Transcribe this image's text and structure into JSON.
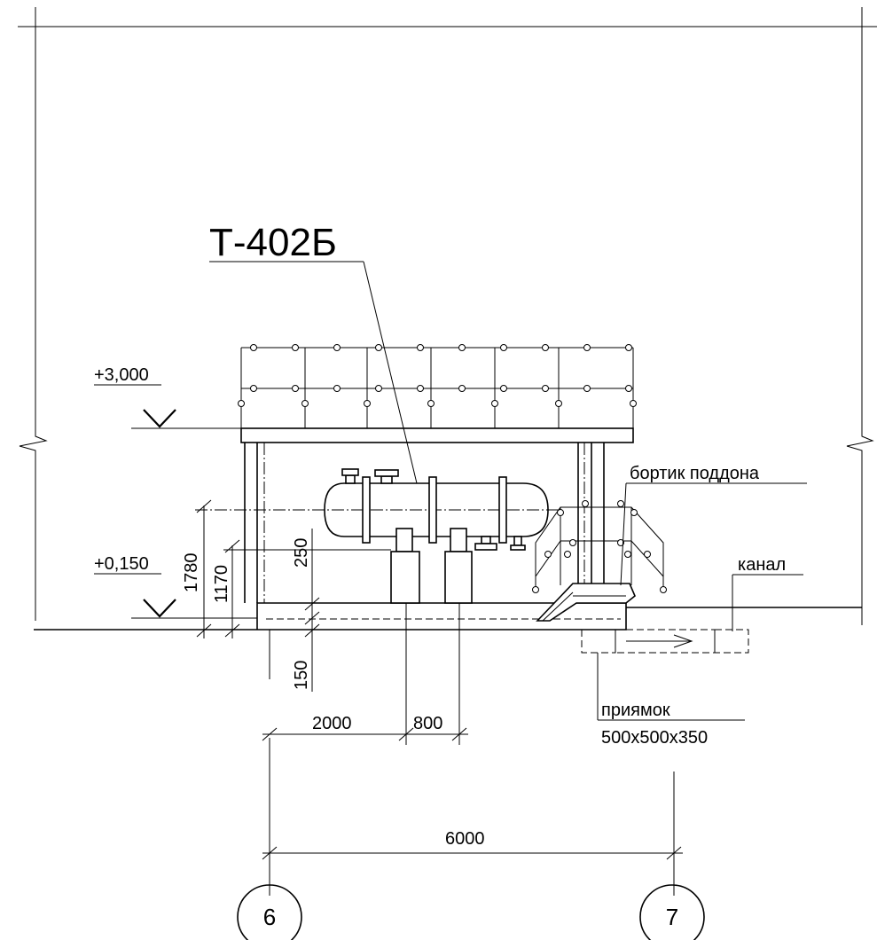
{
  "equipment_tag": "Т-402Б",
  "elevations": {
    "top": "+3,000",
    "bottom": "+0,150"
  },
  "labels": {
    "tray_rim": "бортик поддона",
    "channel": "канал",
    "pit": "приямок",
    "pit_size": "500x500x350"
  },
  "dimensions": {
    "d1780": "1780",
    "d1170": "1170",
    "d250": "250",
    "d150": "150",
    "d2000": "2000",
    "d800": "800",
    "d6000": "6000"
  },
  "axes": {
    "left": "6",
    "right": "7"
  }
}
